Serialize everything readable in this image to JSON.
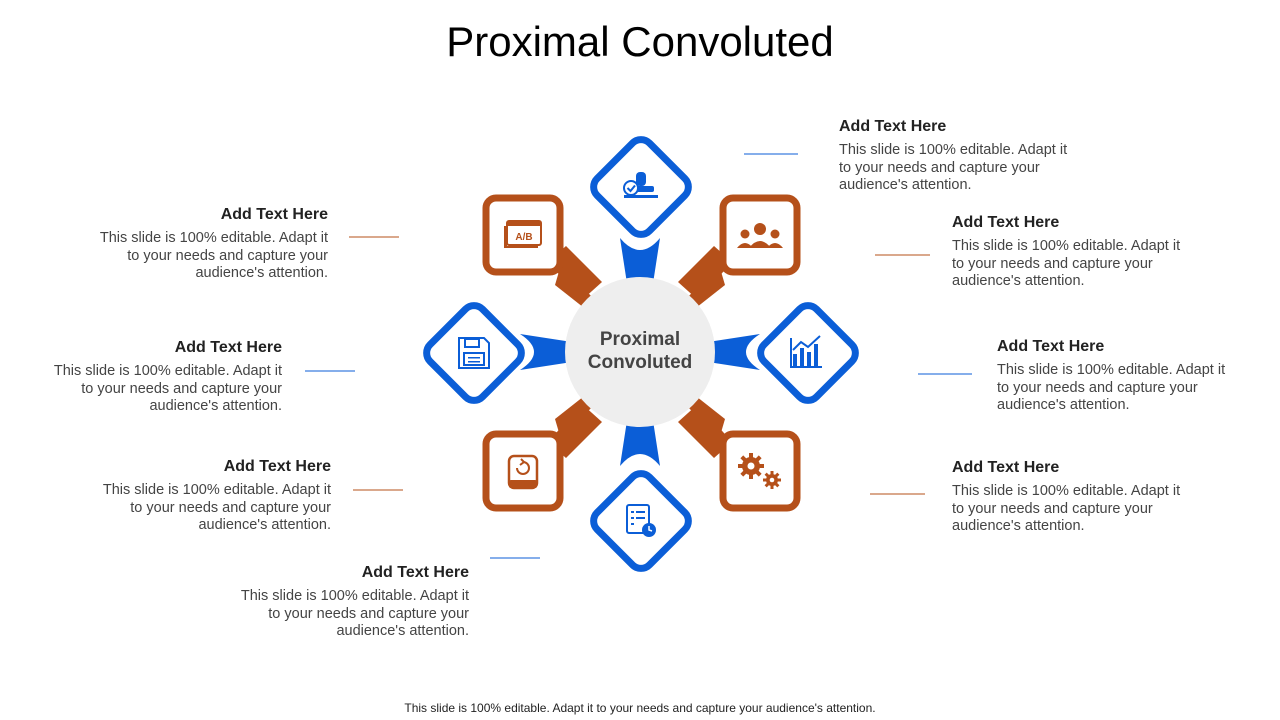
{
  "title": "Proximal Convoluted",
  "center_label": "Proximal Convoluted",
  "colors": {
    "blue": "#0b5ed7",
    "orange": "#b5501a",
    "center": "#eeeeee"
  },
  "items": [
    {
      "heading": "Add Text Here",
      "text": "This slide is 100% editable. Adapt it to your needs and capture your audience's attention.",
      "icon": "stamp-approval-icon"
    },
    {
      "heading": "Add Text Here",
      "text": "This slide is 100% editable. Adapt it to your needs and capture your audience's attention.",
      "icon": "team-icon"
    },
    {
      "heading": "Add Text Here",
      "text": "This slide is 100% editable. Adapt it to your needs and capture your audience's attention.",
      "icon": "bar-chart-icon"
    },
    {
      "heading": "Add Text Here",
      "text": "This slide is 100% editable. Adapt it to your needs and capture your audience's attention.",
      "icon": "gears-icon"
    },
    {
      "heading": "Add Text Here",
      "text": "This slide is 100% editable. Adapt it to your needs and capture your audience's attention.",
      "icon": "checklist-clock-icon"
    },
    {
      "heading": "Add Text Here",
      "text": "This slide is 100% editable. Adapt it to your needs and capture your audience's attention.",
      "icon": "drive-backup-icon"
    },
    {
      "heading": "Add Text Here",
      "text": "This slide is 100% editable. Adapt it to your needs and capture your audience's attention.",
      "icon": "save-icon"
    },
    {
      "heading": "Add Text Here",
      "text": "This slide is 100% editable. Adapt it to your needs and capture your audience's attention.",
      "icon": "ab-test-icon"
    }
  ],
  "ab_label": "A/B",
  "footer": "This slide is 100% editable. Adapt it to your needs and capture your audience's attention."
}
